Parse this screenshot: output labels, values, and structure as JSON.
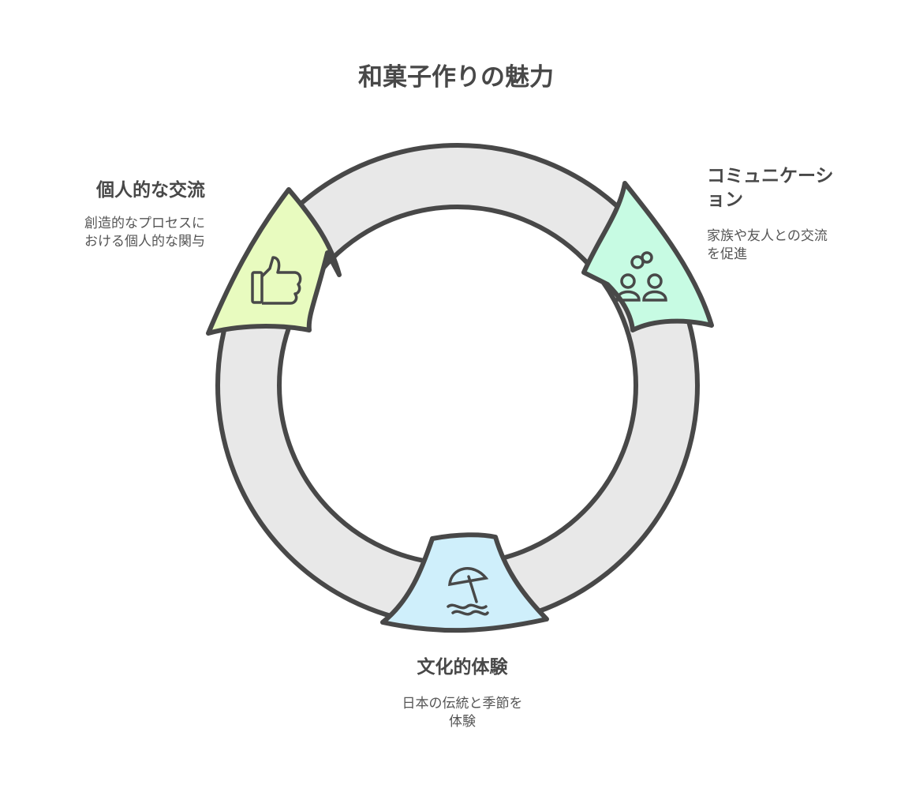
{
  "title": "和菓子作りの魅力",
  "items": [
    {
      "heading": "個人的な交流",
      "description_line1": "創造的なプロセスに",
      "description_line2": "おける個人的な関与",
      "icon": "thumbs-up-icon",
      "color": "#e8fbbf"
    },
    {
      "heading_line1": "コミュニケーシ",
      "heading_line2": "ョン",
      "description_line1": "家族や友人との交流",
      "description_line2": "を促進",
      "icon": "people-icon",
      "color": "#c7fbe3"
    },
    {
      "heading": "文化的体験",
      "description_line1": "日本の伝統と季節を",
      "description_line2": "体験",
      "icon": "beach-umbrella-icon",
      "color": "#cfeffb"
    }
  ],
  "colors": {
    "ring": "#e8e8e8",
    "outline": "#484848"
  }
}
